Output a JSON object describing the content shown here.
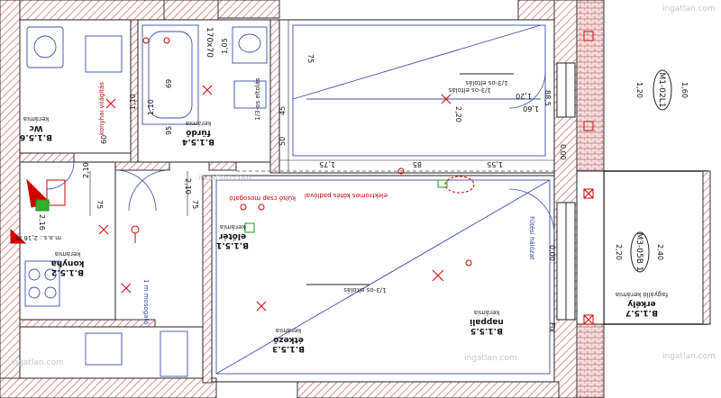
{
  "colors": {
    "wall": "#d06060",
    "wall_hatch": "#ffffff",
    "electric": "#d00000",
    "furniture": "#3a4fb0",
    "dimension": "#222222"
  },
  "rooms": [
    {
      "code": "B.1.5.1",
      "name": "előtér",
      "floor": "kerámia"
    },
    {
      "code": "B.1.5.2",
      "name": "konyha",
      "floor": "kerámia"
    },
    {
      "code": "B.1.5.3",
      "name": "étkező",
      "floor": "kerámia"
    },
    {
      "code": "B.1.5.4",
      "name": "fürdő",
      "floor": "kerámia"
    },
    {
      "code": "B.1.5.5",
      "name": "nappali",
      "floor": "kerámia"
    },
    {
      "code": "B.1.5.6",
      "name": "Wc",
      "floor": "kerámia"
    },
    {
      "code": "B.1.5.7",
      "name": "erkély",
      "floor": "fagyálló kerámia"
    }
  ],
  "window_tags": [
    {
      "code": "M1-02L1",
      "w": "1,60",
      "h": "1,20"
    },
    {
      "code": "M3-05B 1",
      "w": "2,40",
      "h": "2,20"
    }
  ],
  "ceiling_notes": [
    "1/3-os eltolás",
    "1/3-os eltolás",
    "1/3-os eltolás"
  ],
  "dimensions": [
    "1,05",
    "75",
    "2,20",
    "45",
    "50",
    "1,75",
    "85",
    "1,55",
    "2,10",
    "75",
    "2,10",
    "75",
    "1,10",
    "95",
    "69",
    "1,20",
    "1,60",
    "2,16",
    "88,5",
    "0,00",
    "0,00",
    "Fix",
    "1,10",
    "60"
  ],
  "annotations": {
    "tub": "170x70",
    "lift_area": "m.a.s.: 2,16 m",
    "sink_note": "1 m mosogató",
    "heater_note": "Fűtési hálózat",
    "outlet_notes": [
      "külső csap mosogató",
      "elektromos kötés padlóval",
      "konyhai világítás"
    ],
    "vent_note": "1/3-os eltolás"
  },
  "watermarks": [
    "ingatlan.com",
    "ingatlan.com",
    "ingatlan.com",
    "ingatlan.com",
    "ingatlan.com"
  ]
}
